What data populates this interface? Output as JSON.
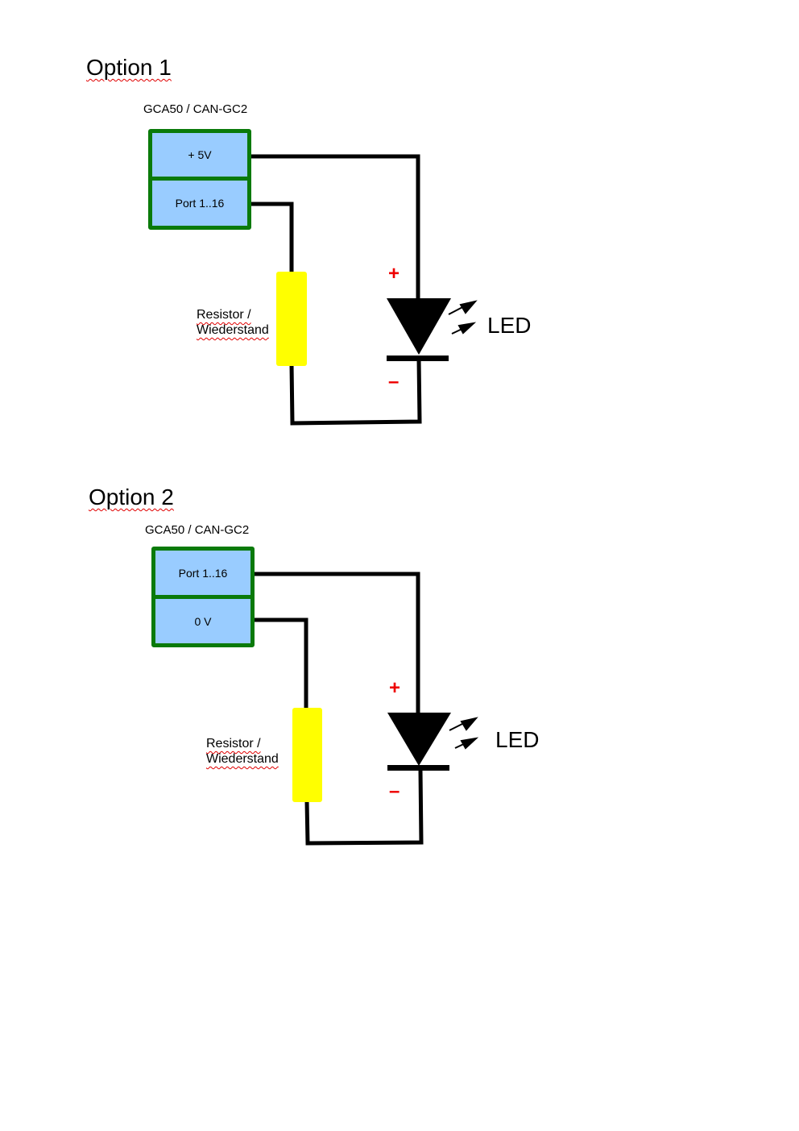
{
  "options": [
    {
      "title": "Option 1",
      "device_label": "GCA50 / CAN-GC2",
      "pins": [
        "+ 5V",
        "Port 1..16"
      ],
      "resistor_label": [
        "Resistor /",
        "Wiederstand"
      ],
      "led_label": "LED",
      "plus_sign": "+",
      "minus_sign": "–"
    },
    {
      "title": "Option 2",
      "device_label": "GCA50 / CAN-GC2",
      "pins": [
        "Port 1..16",
        "0 V"
      ],
      "resistor_label": [
        "Resistor /",
        "Wiederstand"
      ],
      "led_label": "LED",
      "plus_sign": "+",
      "minus_sign": "–"
    }
  ],
  "colors": {
    "pin_fill": "#99ccff",
    "pin_border": "#0a7a0a",
    "resistor": "#ffff00",
    "wire": "#000000",
    "polarity": "#ee0000"
  }
}
